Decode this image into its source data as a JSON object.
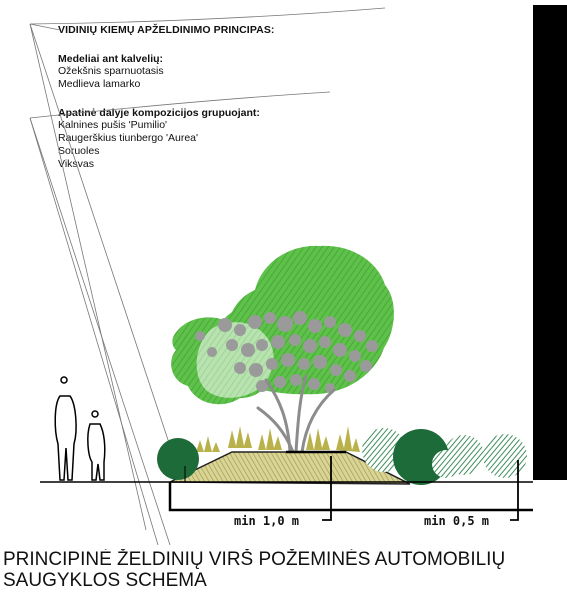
{
  "legend": {
    "title": "VIDINIŲ KIEMŲ APŽELDINIMO PRINCIPAS:",
    "group1": {
      "heading": "Medeliai ant kalvelių:",
      "items": [
        "Ožekšnis sparnuotasis",
        "Medlieva lamarko"
      ]
    },
    "group2": {
      "heading": "Apatinė dalyje kompozicijos grupuojant:",
      "items": [
        "Kalnines pušis 'Pumilio'",
        "Raugerškius tiunbergo 'Aurea'",
        "Soruoles",
        "Viksvas"
      ]
    }
  },
  "dimensions": {
    "min_1": "min 1,0 m",
    "min_05": "min 0,5 m"
  },
  "caption": {
    "line1": "PRINCIPINĖ ŽELDINIŲ VIRŠ POŽEMINĖS AUTOMOBILIŲ",
    "line2": "SAUGYKLOS SCHEMA"
  },
  "colors": {
    "tree_canopy": "#5ec24a",
    "tree_canopy_light": "#a8dca0",
    "tree_branches": "#9a9a9a",
    "shrub_dark": "#1e6b3a",
    "shrub_light": "#4f9a6a",
    "grass": "#b5b04a",
    "wall": "#000000"
  }
}
